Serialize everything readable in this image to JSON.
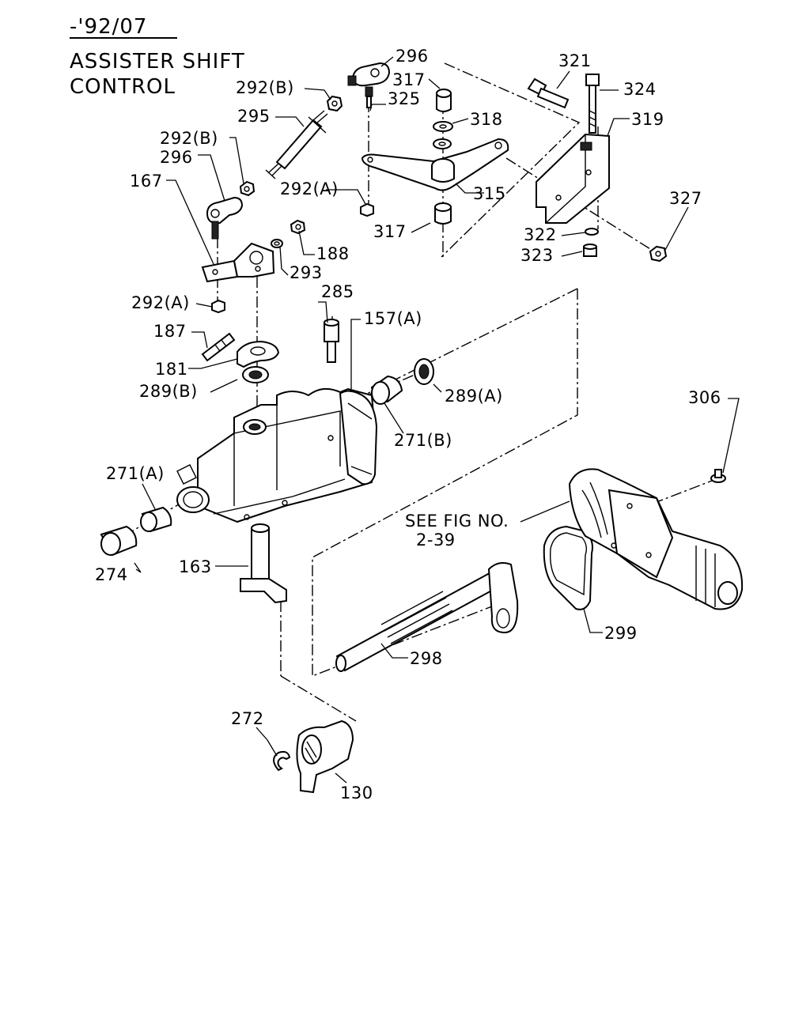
{
  "header": {
    "date_code": "-'92/07",
    "title_line1": "ASSISTER SHIFT",
    "title_line2": "CONTROL"
  },
  "note": {
    "line1": "SEE FIG NO.",
    "line2": "2-39"
  },
  "parts": {
    "p296_top": "296",
    "p292b_top": "292(B)",
    "p295": "295",
    "p292b_mid": "292(B)",
    "p296_mid": "296",
    "p167": "167",
    "p317_top": "317",
    "p325": "325",
    "p318": "318",
    "p292a_top": "292(A)",
    "p315": "315",
    "p317_bot": "317",
    "p321": "321",
    "p324": "324",
    "p319": "319",
    "p327": "327",
    "p322": "322",
    "p323": "323",
    "p188": "188",
    "p293": "293",
    "p292a_mid": "292(A)",
    "p285": "285",
    "p157a": "157(A)",
    "p187": "187",
    "p181": "181",
    "p289b": "289(B)",
    "p289a": "289(A)",
    "p271b": "271(B)",
    "p306": "306",
    "p271a": "271(A)",
    "p274": "274",
    "p163": "163",
    "p299": "299",
    "p298": "298",
    "p272": "272",
    "p130": "130"
  }
}
